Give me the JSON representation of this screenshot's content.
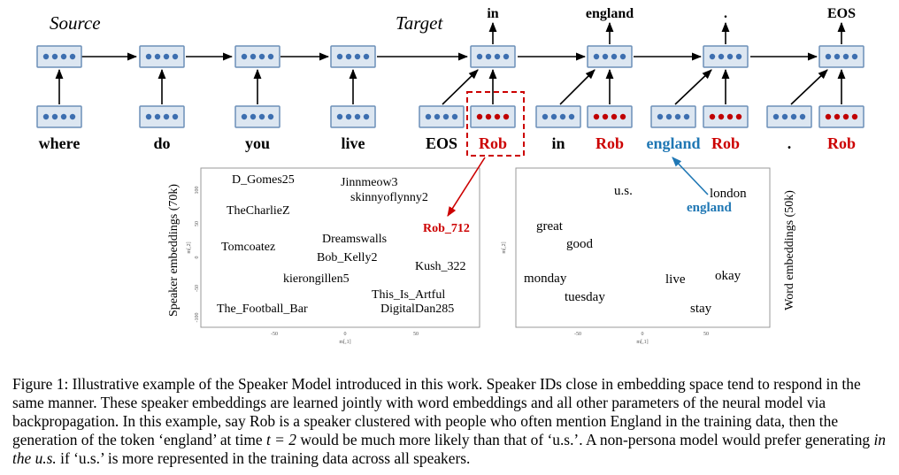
{
  "diagram": {
    "source_label": "Source",
    "target_label": "Target",
    "source_words": [
      "where",
      "do",
      "you",
      "live"
    ],
    "target_input_words": [
      "EOS",
      "in",
      "england",
      "."
    ],
    "speaker_label": "Rob",
    "output_words": [
      "in",
      "england",
      ".",
      "EOS"
    ]
  },
  "speaker_plot": {
    "ylabel": "Speaker embeddings (70k)",
    "axis_x_title": "m[,1]",
    "axis_y_title": "m[,2]",
    "x_ticks": [
      "-50",
      "0",
      "50"
    ],
    "y_ticks": [
      "100",
      "50",
      "0",
      "-50",
      "-100"
    ],
    "names": [
      "D_Gomes25",
      "Jinnmeow3",
      "skinnyoflynny2",
      "TheCharlieZ",
      "Rob_712",
      "Dreamswalls",
      "Tomcoatez",
      "Bob_Kelly2",
      "Kush_322",
      "kierongillen5",
      "This_Is_Artful",
      "The_Football_Bar",
      "DigitalDan285"
    ],
    "highlight": "Rob_712",
    "highlight_color": "#cc0000"
  },
  "word_plot": {
    "ylabel": "Word embeddings (50k)",
    "axis_x_title": "m[,1]",
    "axis_y_title": "m[,2]",
    "x_ticks": [
      "-50",
      "0",
      "50"
    ],
    "words": [
      "u.s.",
      "london",
      "england",
      "great",
      "good",
      "monday",
      "live",
      "okay",
      "tuesday",
      "stay"
    ],
    "highlight": "england",
    "highlight_color": "#1f77b4"
  },
  "caption": {
    "part1": "Figure 1: Illustrative example of the Speaker Model introduced in this work. Speaker IDs close in embedding space tend to respond in the same manner. These speaker embeddings are learned jointly with word embeddings and all other parameters of the neural model via backpropagation. In this example, say Rob is a speaker clustered with people who often mention England in the training data, then the generation of the token ‘england’ at time ",
    "math": "t = 2",
    "part2": " would be much more likely than that of ‘u.s.’. A non-persona model would prefer generating ",
    "italic": "in the u.s.",
    "part3": " if ‘u.s.’ is more represented in the training data across all speakers."
  },
  "colors": {
    "box_fill": "#dce6f1",
    "box_border": "#6c8fb8",
    "blue_dot": "#3d6fb0",
    "red_dot": "#c00000",
    "speaker_text": "#cc0000",
    "england_text": "#1f77b4"
  }
}
